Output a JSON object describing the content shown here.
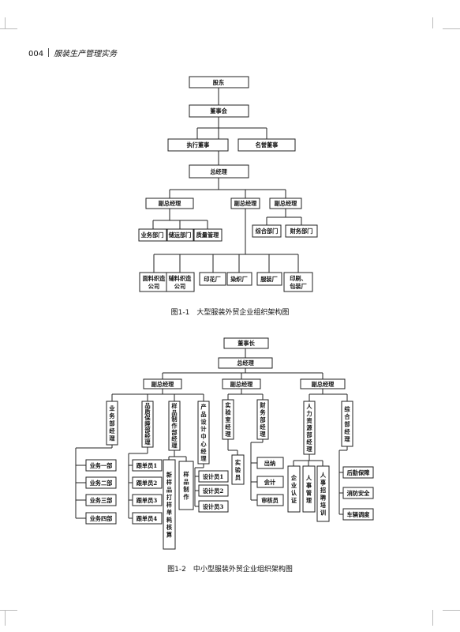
{
  "header": {
    "page_number": "004",
    "book_title": "服装生产管理实务"
  },
  "figure1": {
    "caption": "图1-1　大型服装外贸企业组织架构图",
    "nodes": {
      "shareholders": "股东",
      "board": "董事会",
      "exec_director": "执行董事",
      "honorary_director": "名誉董事",
      "general_manager": "总经理",
      "vp_left": "副总经理",
      "vp_mid": "副总经理",
      "vp_right": "副总经理",
      "business_dept": "业务部门",
      "logistics_dept": "储运部门",
      "quality_mgmt": "质量管理",
      "general_dept": "综合部门",
      "finance_dept": "财务部门",
      "fabric_co": "面料织造公司",
      "accessory_co": "辅料织造公司",
      "print_factory": "印花厂",
      "dye_factory": "染织厂",
      "garment_factory": "服装厂",
      "packaging_factory": "印刷、包装厂"
    }
  },
  "figure2": {
    "caption": "图1-2　中小型服装外贸企业组织架构图",
    "nodes": {
      "chairman": "董事长",
      "general_manager": "总经理",
      "vp1": "副总经理",
      "vp2": "副总经理",
      "vp3": "副总经理",
      "business_mgr": "业务部经理",
      "quality_mgr": "品质保障部经理",
      "sample_mgr": "样品制作部经理",
      "design_mgr": "产品设计中心经理",
      "lab_mgr": "实验室经理",
      "finance_mgr": "财务部经理",
      "hr_mgr": "人力资源部经理",
      "admin_mgr": "综合部经理",
      "biz1": "业务一部",
      "biz2": "业务二部",
      "biz3": "业务三部",
      "biz4": "业务四部",
      "tracker1": "跟单员1",
      "tracker2": "跟单员2",
      "tracker3": "跟单员3",
      "tracker4": "跟单员4",
      "new_sample": "新样品打样，单耗核算",
      "sample_make": "样品制作",
      "designer1": "设计员1",
      "designer2": "设计员2",
      "designer3": "设计员3",
      "lab_staff": "实验员",
      "cashier": "出纳",
      "accountant": "会计",
      "auditor": "审核员",
      "enterprise_cert": "企业认证",
      "personnel_mgmt": "人事管理",
      "recruit_train": "人事招聘培训",
      "logistics_support": "后勤保障",
      "fire_safety": "消防安全",
      "vehicle_dispatch": "车辆调度"
    }
  }
}
